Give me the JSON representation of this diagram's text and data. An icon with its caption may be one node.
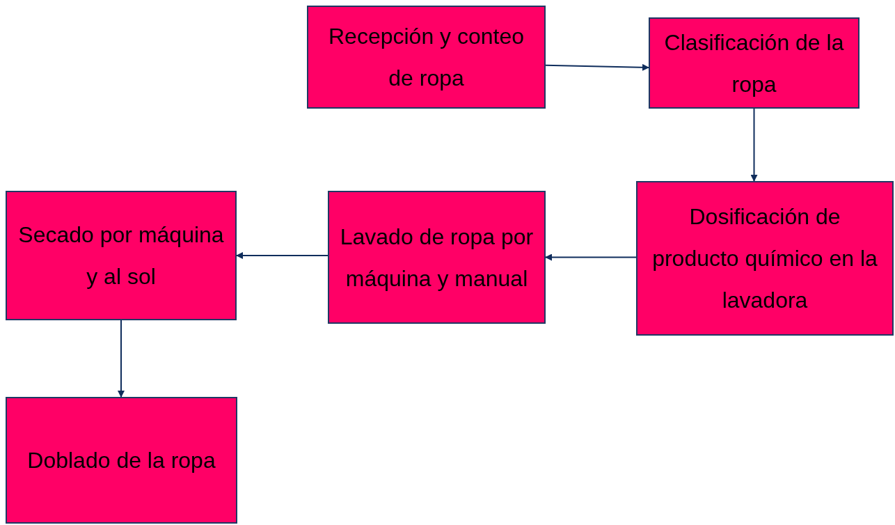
{
  "diagram": {
    "nodes": [
      {
        "text": [
          "Recepción y conteo de ropa"
        ]
      },
      {
        "text": [
          "Clasificación de la ropa"
        ]
      },
      {
        "text": [
          "Dosificación de producto químico en la lavadora"
        ]
      },
      {
        "text": [
          "Lavado de ropa por máquina y manual"
        ]
      },
      {
        "text": [
          "Secado por máquina y al sol"
        ]
      },
      {
        "text": [
          "Doblado de la ropa"
        ]
      }
    ],
    "edges": [
      {
        "from": 0,
        "to": 1,
        "arrow": "to"
      },
      {
        "from": 1,
        "to": 2,
        "arrow": "to"
      },
      {
        "from": 2,
        "to": 3,
        "arrow": "to"
      },
      {
        "from": 3,
        "to": 4,
        "arrow": "to"
      },
      {
        "from": 4,
        "to": 5,
        "arrow": "to"
      }
    ]
  }
}
